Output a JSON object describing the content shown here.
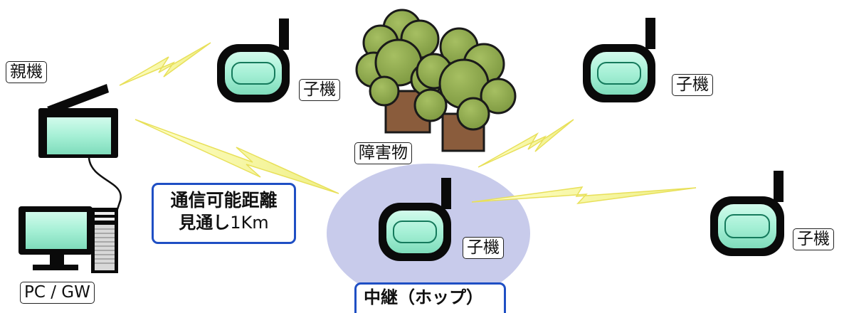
{
  "labels": {
    "parent": "親機",
    "child_1": "子機",
    "child_2": "子機",
    "child_3": "子機",
    "child_4": "子機",
    "obstacle": "障害物",
    "pc": "PC / GW"
  },
  "range_box": {
    "line1": "通信可能距離",
    "line2_bold": "見通し",
    "line2_value": "1Km"
  },
  "repeater_box": {
    "label_bold": "中継",
    "label_paren": "（ホップ）"
  },
  "colors": {
    "device_body": "#0a0a0a",
    "device_screen": "#a6f0d6",
    "lightning": "#f7f79a",
    "lightning_edge": "#e8e05a",
    "repeater_area": "#c8cbeb",
    "tree_foliage": "#8ca64c",
    "tree_trunk": "#8a5c3c",
    "box_border": "#1f4fc4"
  },
  "icons": [
    "parent-device-icon",
    "child-device-icon",
    "tree-icon",
    "pc-icon",
    "lightning-icon"
  ]
}
